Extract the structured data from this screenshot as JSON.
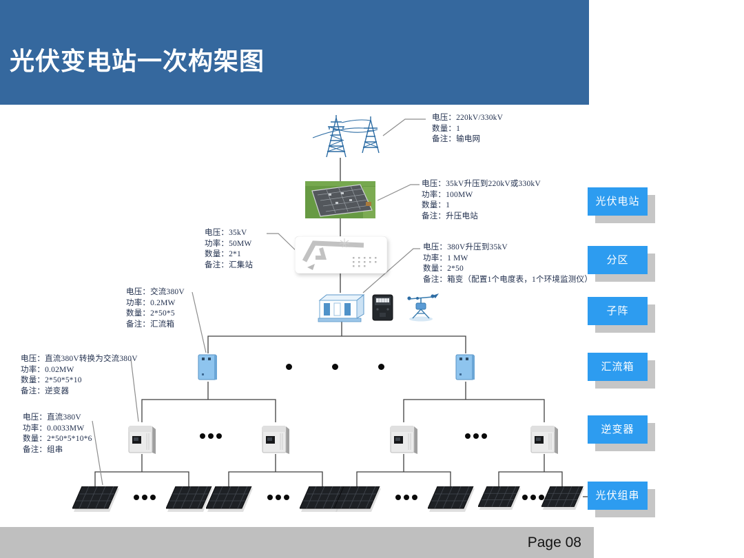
{
  "slide": {
    "title": "光伏变电站一次构架图",
    "page_label": "Page 08"
  },
  "colors": {
    "header_blue": "#35689E",
    "stage_blue": "#2D9CF0",
    "stage_shadow": "#C6C6C6",
    "footer_gray": "#BFBFBF",
    "tree_line": "#3F3F3F",
    "leader_line": "#8D8D8D",
    "annotation_text": "#22304E"
  },
  "annotations": {
    "grid": {
      "rows": [
        "电压：220kV/330kV",
        "数量：1",
        "备注：输电网"
      ]
    },
    "step_up": {
      "rows": [
        "电压：35kV升压到220kV或330kV",
        "功率：100MW",
        "数量：1",
        "备注：升压电站"
      ]
    },
    "collection": {
      "rows": [
        "电压：35kV",
        "功率：50MW",
        "数量：2*1",
        "备注：汇集站"
      ]
    },
    "box_transformer": {
      "rows": [
        "电压：380V升压到35kV",
        "功率：1 MW",
        "数量：2*50",
        "备注：箱变（配置1个电度表，1个环境监测仪）"
      ]
    },
    "combiner": {
      "rows": [
        "电压：交流380V",
        "功率：0.2MW",
        "数量：2*50*5",
        "备注：汇流箱"
      ]
    },
    "inverter": {
      "rows": [
        "电压：直流380V转换为交流380V",
        "功率：0.02MW",
        "数量：2*50*5*10",
        "备注：逆变器"
      ]
    },
    "string": {
      "rows": [
        "电压：直流380V",
        "功率：0.0033MW",
        "数量：2*50*5*10*6",
        "备注：组串"
      ]
    }
  },
  "stages": {
    "labels": [
      "光伏电站",
      "分区",
      "子阵",
      "汇流箱",
      "逆变器",
      "光伏组串"
    ]
  },
  "icons": {
    "transmission_grid": "transmission-towers-icon",
    "step_up_station": "substation-photo-icon",
    "collection_station": "site-plan-icon",
    "box_transformer": "box-transformer-icon",
    "energy_meter": "energy-meter-icon",
    "weather_station": "weather-station-icon",
    "combiner_box": "combiner-box-icon",
    "inverter": "inverter-icon",
    "pv_panel": "pv-panel-icon",
    "ellipsis": "ellipsis-dots"
  }
}
